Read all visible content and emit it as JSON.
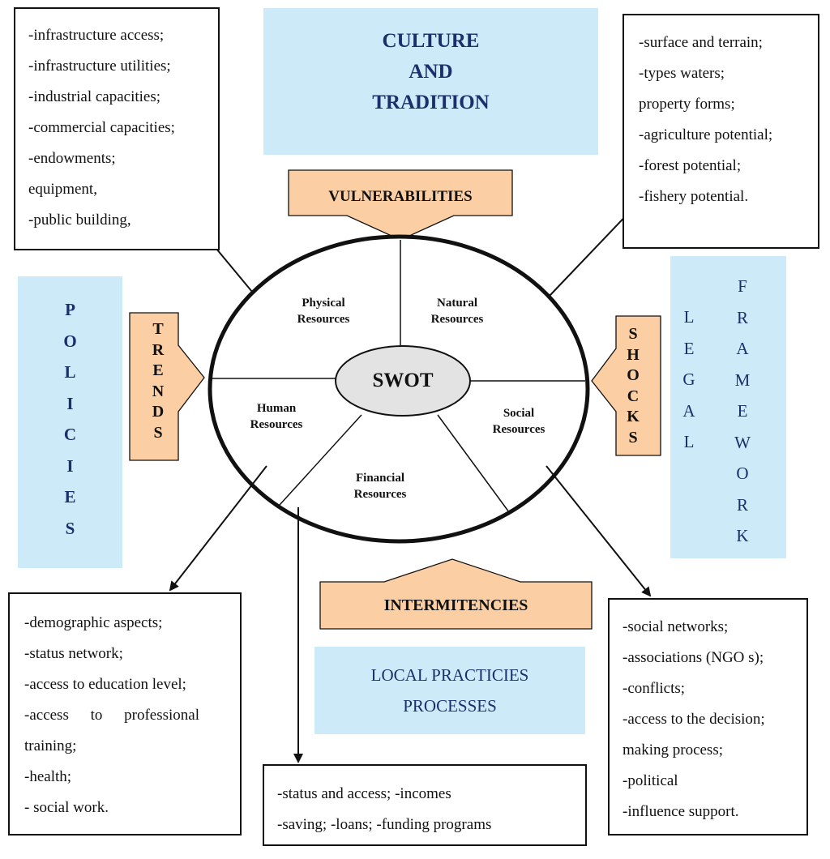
{
  "physical_box": [
    "-infrastructure access;",
    "-infrastructure utilities;",
    "-industrial capacities;",
    "-commercial capacities;",
    "-endowments;",
    "equipment,",
    "-public building,"
  ],
  "natural_box": [
    "-surface and terrain;",
    "-types waters;",
    "property forms;",
    "-agriculture potential;",
    "-forest potential;",
    "-fishery potential."
  ],
  "human_box": [
    "-demographic aspects;",
    "-status network;",
    "-access to education level;",
    "-access to professional",
    "training;",
    "-health;",
    "- social work."
  ],
  "financial_box": [
    "-status and access; -incomes",
    "-saving; -loans; -funding programs"
  ],
  "social_box": [
    "-social networks;",
    "-associations (NGO s);",
    "-conflicts;",
    "-access to the decision;",
    "making process;",
    "-political",
    "-influence support."
  ],
  "culture": [
    "CULTURE",
    "AND",
    "TRADITION"
  ],
  "policies": [
    "P",
    "O",
    "L",
    "I",
    "C",
    "I",
    "E",
    "S"
  ],
  "trends": [
    "T",
    "R",
    "E",
    "N",
    "D",
    "S"
  ],
  "shocks": [
    "S",
    "H",
    "O",
    "C",
    "K",
    "S"
  ],
  "legal": [
    "L",
    "E",
    "G",
    "A",
    "L"
  ],
  "framework": [
    "F",
    "R",
    "A",
    "M",
    "E",
    "W",
    "O",
    "R",
    "K"
  ],
  "vulnerabilities": "VULNERABILITIES",
  "intermitencies": "INTERMITENCIES",
  "local_practices": [
    "LOCAL PRACTICIES",
    "PROCESSES"
  ],
  "swot": "SWOT",
  "segments": {
    "physical": [
      "Physical",
      "Resources"
    ],
    "natural": [
      "Natural",
      "Resources"
    ],
    "human": [
      "Human",
      "Resources"
    ],
    "social": [
      "Social",
      "Resources"
    ],
    "financial": [
      "Financial",
      "Resources"
    ]
  },
  "colors": {
    "blue_panel": "#cdeaf9",
    "orange_arrow": "#fbcfa3",
    "navy_text": "#1b2f6b",
    "swot_fill": "#e3e3e3"
  }
}
